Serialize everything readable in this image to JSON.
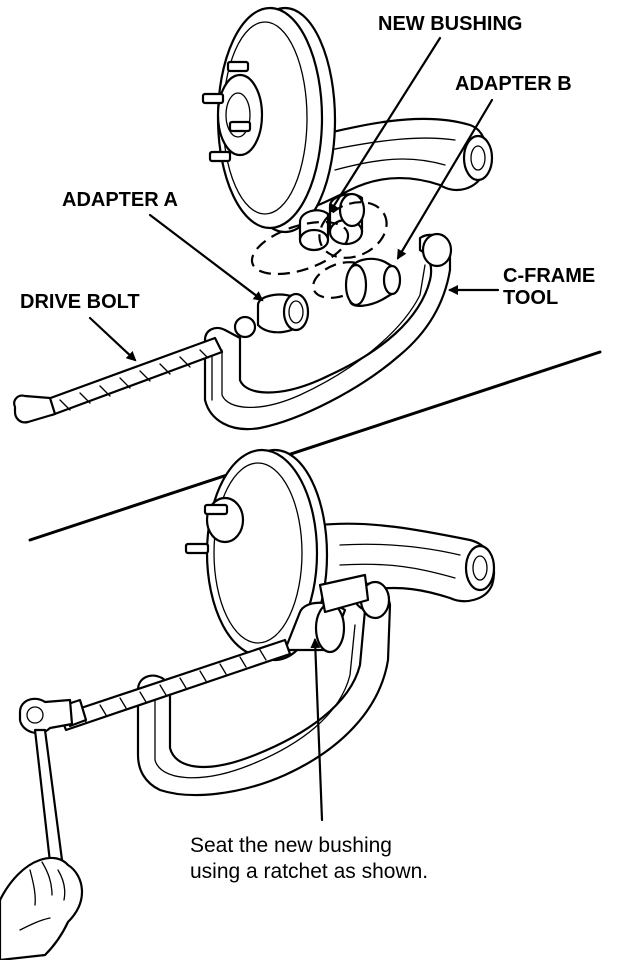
{
  "labels": {
    "new_bushing": "NEW BUSHING",
    "adapter_b": "ADAPTER B",
    "adapter_a": "ADAPTER A",
    "c_frame_line1": "C-FRAME",
    "c_frame_line2": "TOOL",
    "drive_bolt": "DRIVE BOLT"
  },
  "caption": {
    "line1": "Seat the new bushing",
    "line2": "using a ratchet as shown."
  }
}
